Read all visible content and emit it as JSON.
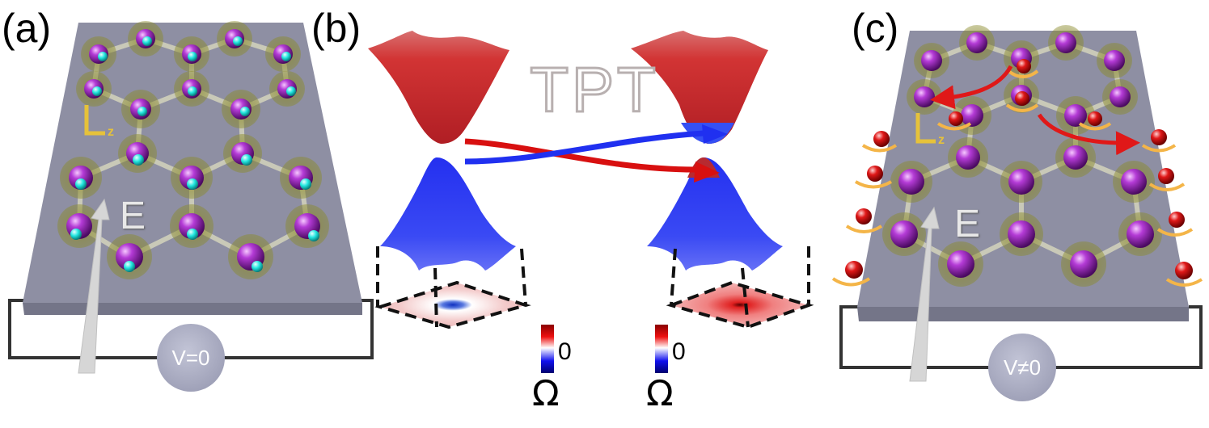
{
  "figure": {
    "panels": [
      {
        "id": "a",
        "label": "(a)",
        "voltage_label": "V=0",
        "field_label": "E",
        "orbital_label": "L",
        "orbital_subscript": "z"
      },
      {
        "id": "b",
        "label": "(b)",
        "center_text": "TPT",
        "colorbar_left": {
          "zero_label": "0",
          "symbol": "Ω"
        },
        "colorbar_right": {
          "zero_label": "0",
          "symbol": "Ω"
        }
      },
      {
        "id": "c",
        "label": "(c)",
        "voltage_label": "V≠0",
        "field_label": "E",
        "orbital_label": "L",
        "orbital_subscript": "z"
      }
    ],
    "colors": {
      "substrate": "#8e8fa3",
      "substrate_edge": "#6f7083",
      "atom_purple": "#9a1fb8",
      "atom_cyan": "#22e6e0",
      "halo": "#8a8a2a",
      "bond": "#c9c9b8",
      "conduction_band": "#c8282e",
      "valence_band": "#2f3df0",
      "electron_red": "#e01818",
      "orbit_orange": "#f4b548",
      "field_arrow": "#d6d6d6",
      "lz_label": "#e6c23a"
    }
  }
}
